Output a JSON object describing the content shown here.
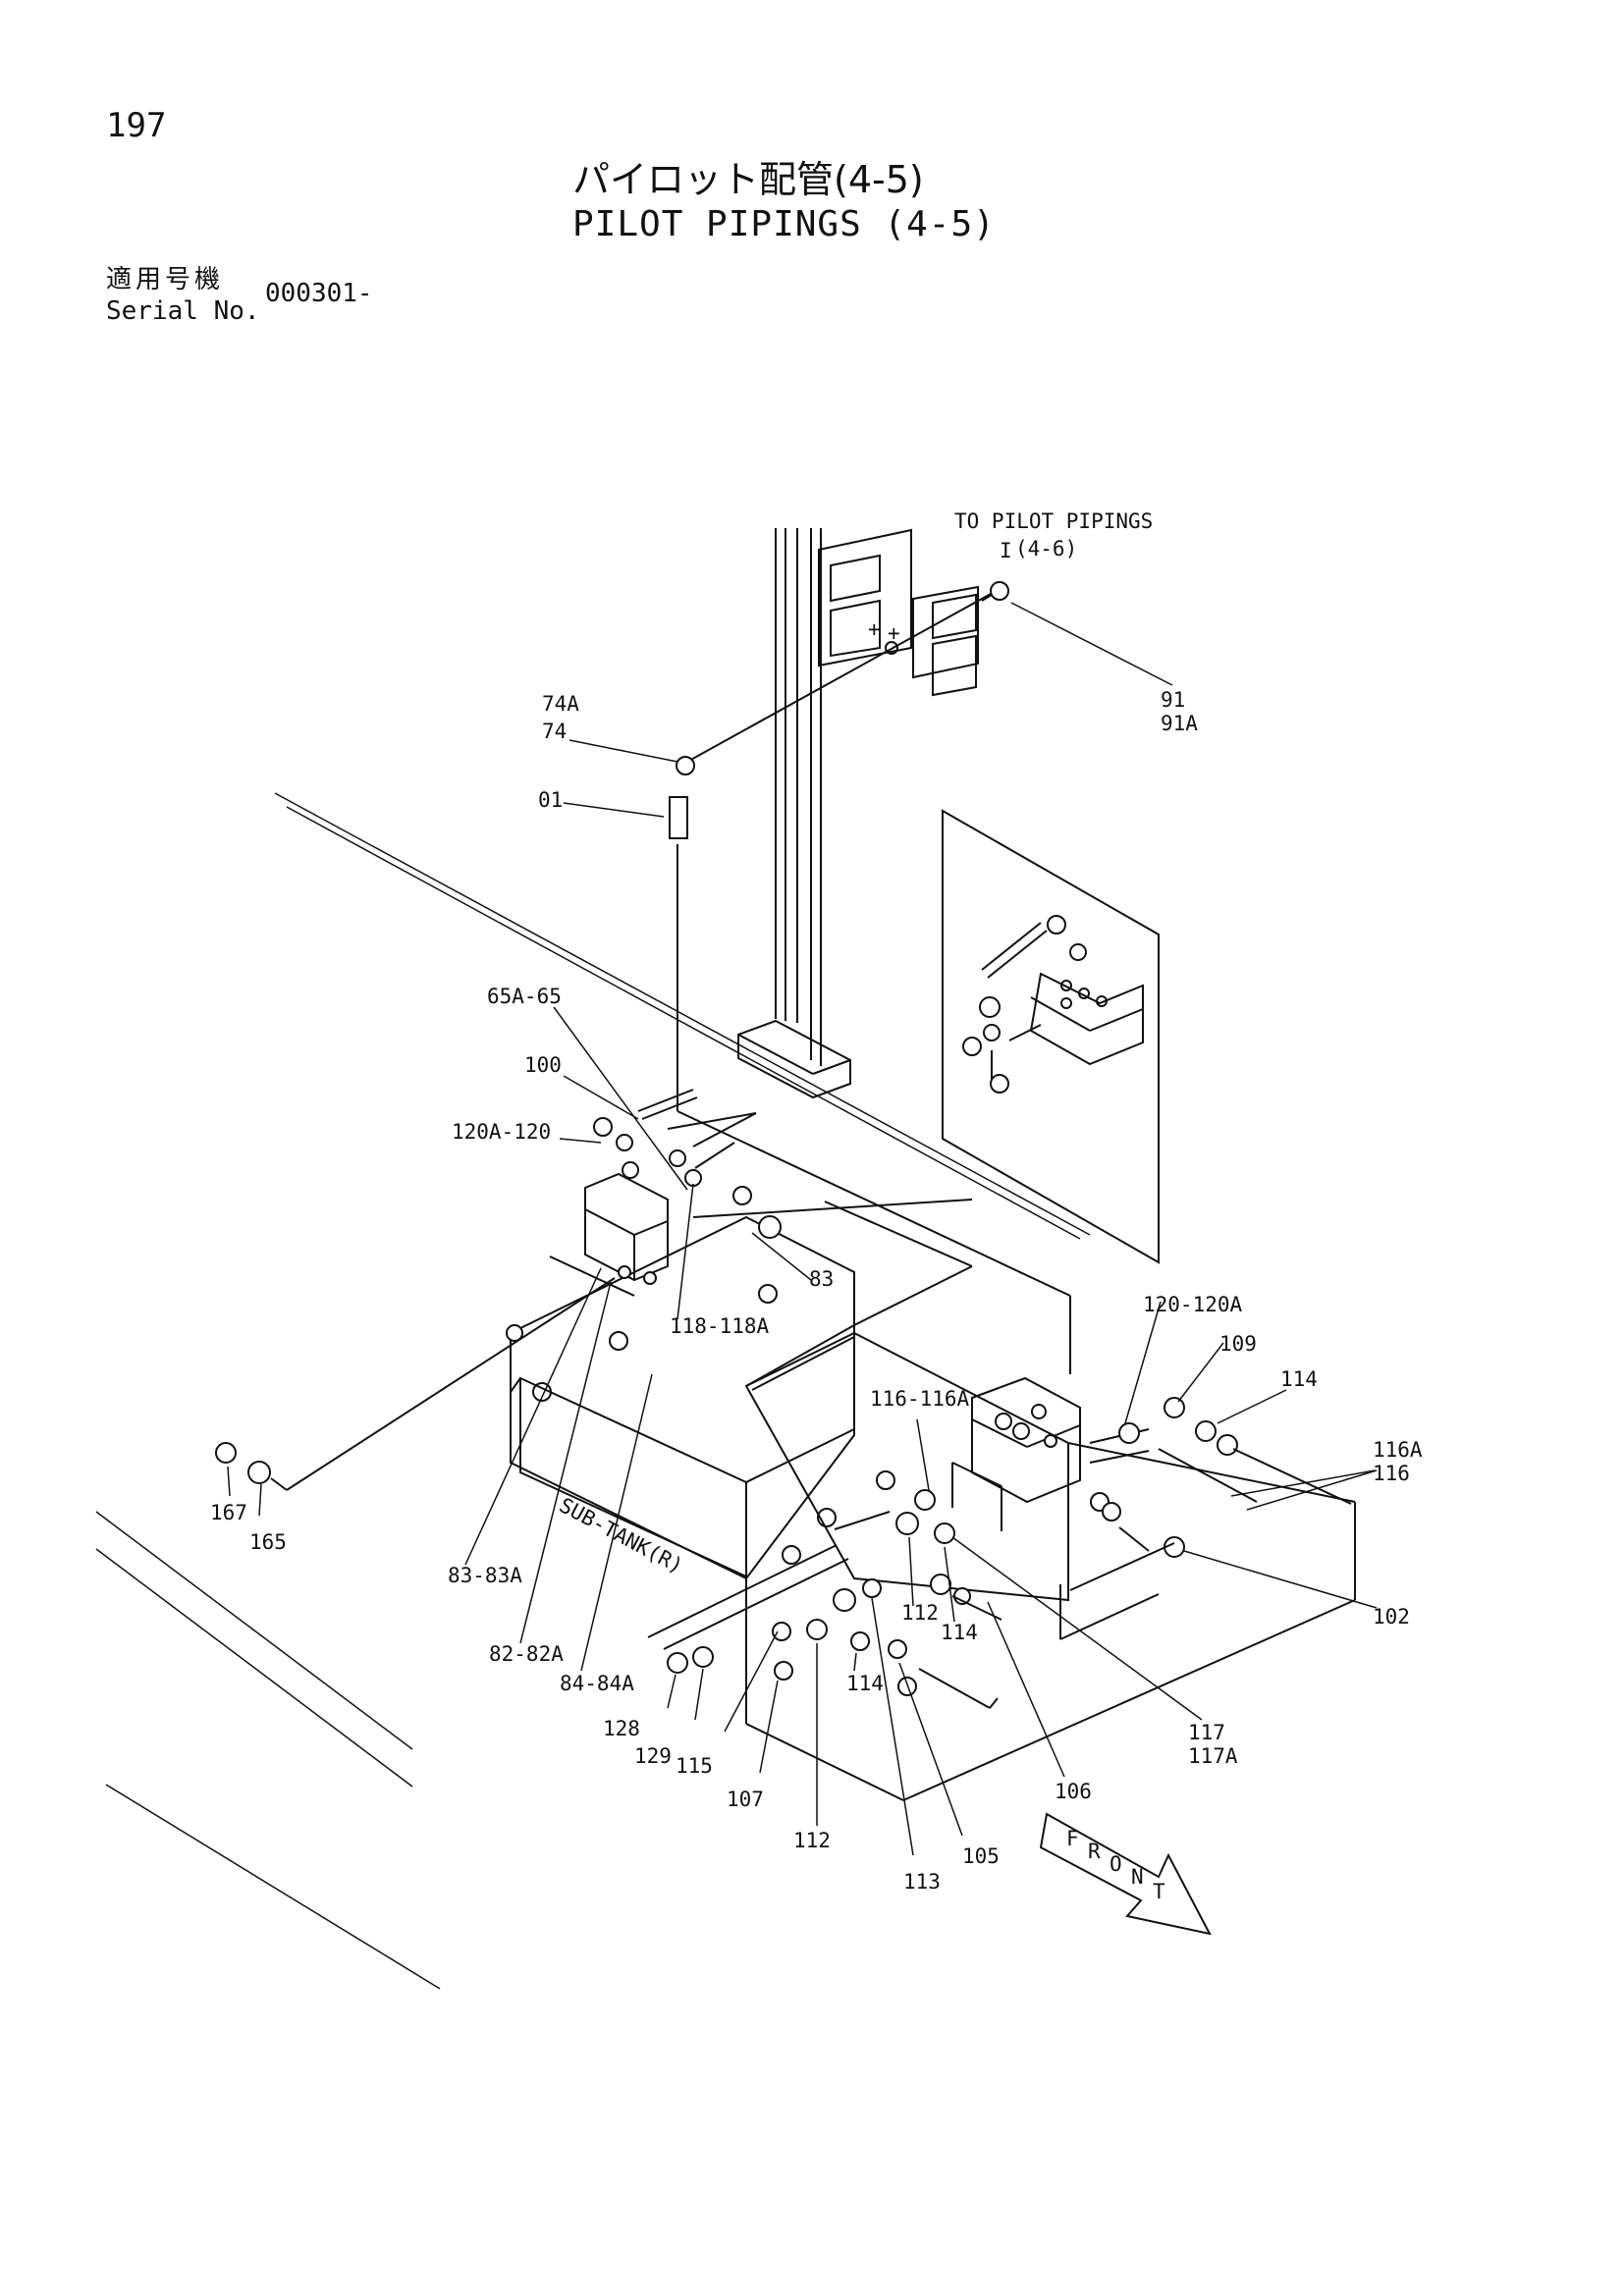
{
  "page_number": "197",
  "title_jp": "パイロット配管(4-5)",
  "title_en": "PILOT PIPINGS (4-5)",
  "serial": {
    "label_jp": "適用号機",
    "label_en": "Serial No.",
    "value": "000301-"
  },
  "diagram": {
    "reference_note": "TO PILOT PIPINGS",
    "reference_page": "(4-6)",
    "reference_mark": "I",
    "tank_label": "SUB-TANK(R)",
    "front_letters": [
      "F",
      "R",
      "O",
      "N",
      "T"
    ],
    "callouts": {
      "c91": "91",
      "c91A": "91A",
      "c74A": "74A",
      "c74": "74",
      "c01": "01",
      "c65A65": "65A-65",
      "c100": "100",
      "c120A120": "120A-120",
      "c83": "83",
      "c118": "118-118A",
      "c120120A": "120-120A",
      "c109": "109",
      "c114a": "114",
      "c116116A": "116-116A",
      "c116A": "116A",
      "c116": "116",
      "c167": "167",
      "c165": "165",
      "c8383A": "83-83A",
      "c8282A": "82-82A",
      "c8484A": "84-84A",
      "c102": "102",
      "c112a": "112",
      "c114b": "114",
      "c114c": "114",
      "c128": "128",
      "c129": "129",
      "c115": "115",
      "c107": "107",
      "c112b": "112",
      "c113": "113",
      "c105": "105",
      "c106": "106",
      "c117": "117",
      "c117A": "117A"
    }
  }
}
